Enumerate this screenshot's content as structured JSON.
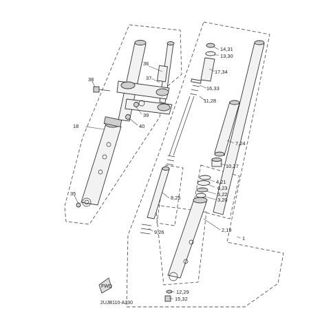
{
  "diagram_code": "2UJB110-A230",
  "fwd_label": "FWD",
  "callouts": {
    "c1": "1",
    "c2_19": "2,19",
    "c3_20": "3,20",
    "c4_21": "4,21",
    "c5_22": "5,22",
    "c6_23": "6,23",
    "c7_24": "7,24",
    "c8_25": "8,25",
    "c9_26": "9,26",
    "c10_27": "10,27",
    "c11_28": "11,28",
    "c12_29": "12,29",
    "c13_30": "13,30",
    "c14_31": "14,31",
    "c15_32": "15,32",
    "c16_33": "16,33",
    "c17_34": "17,34",
    "c18": "18",
    "c35": "35",
    "c36": "36",
    "c37": "37",
    "c38": "38",
    "c39": "39",
    "c40": "40"
  }
}
